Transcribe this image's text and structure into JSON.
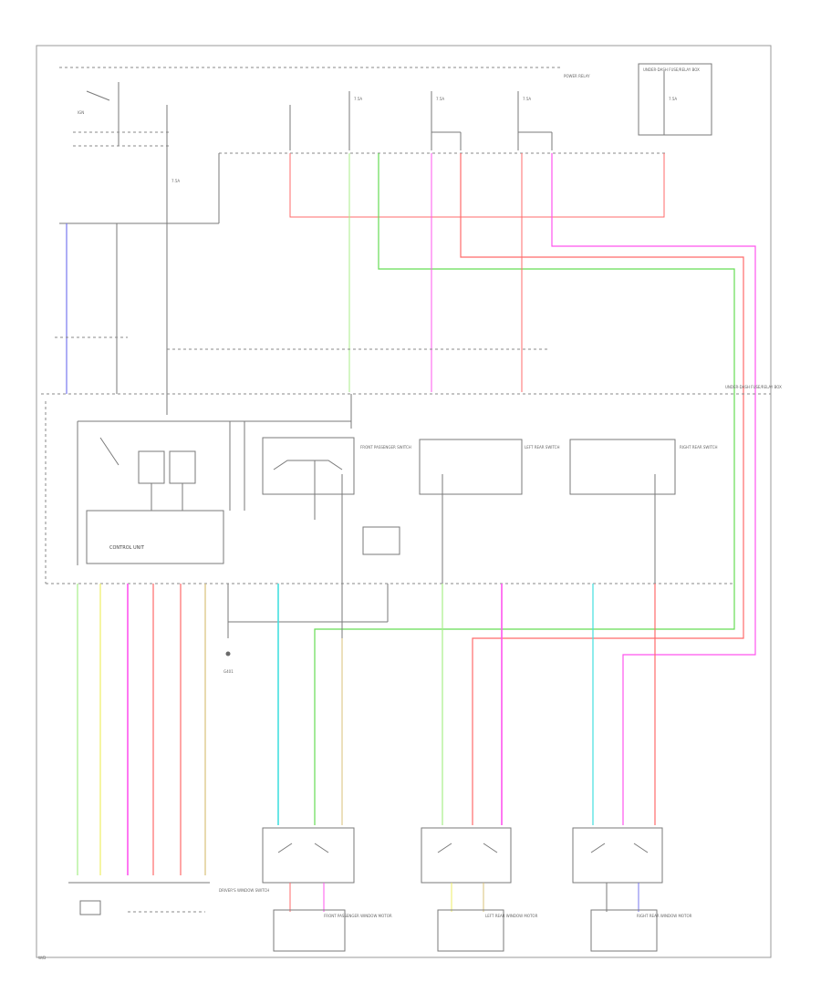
{
  "wire_colors": {
    "red": "#ff6b6b",
    "pink": "#ff55ee",
    "green": "#66dd55",
    "light_green": "#a8ee88",
    "blue": "#7777ee",
    "cyan": "#44e0e0",
    "yellow": "#eeee66",
    "tan": "#d9c07a",
    "black": "#7a7a7a"
  },
  "labels": {
    "top_left_switch": "IGN",
    "fuse_1": "7.5A",
    "fuse_2": "7.5A",
    "fuse_3": "7.5A",
    "fuse_4": "7.5A",
    "fuse_5": "7.5A",
    "relay_box": "POWER RELAY",
    "control_unit": "CONTROL UNIT",
    "under_dash_fuse": "UNDER-DASH FUSE/RELAY BOX",
    "fr_pass_switch": "FRONT PASSENGER SWITCH",
    "lr_switch": "LEFT REAR SWITCH",
    "rr_switch": "RIGHT REAR SWITCH",
    "fr_pass_motor": "FRONT PASSENGER WINDOW MOTOR",
    "lr_motor": "LEFT REAR WINDOW MOTOR",
    "rr_motor": "RIGHT REAR WINDOW MOTOR",
    "driver_switch": "DRIVER'S WINDOW SWITCH",
    "ground": "G401",
    "page_code": "W/D"
  }
}
